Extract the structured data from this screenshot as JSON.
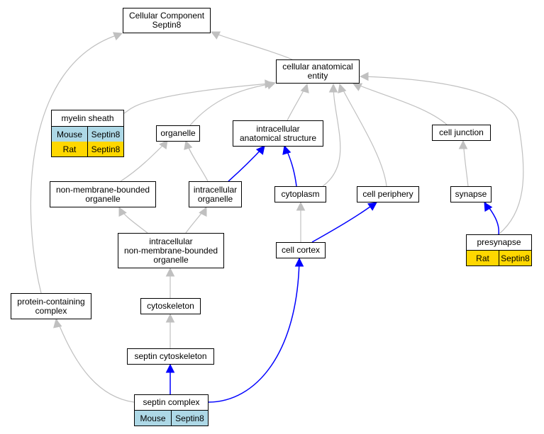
{
  "colors": {
    "edge_default": "#c0c0c0",
    "edge_highlight": "#0000ff",
    "mouse": "#add8e6",
    "rat": "#ffd700",
    "node_border": "#000000",
    "node_fill": "#ffffff"
  },
  "nodes": [
    {
      "id": "cc_root",
      "lines": [
        "Cellular Component",
        "Septin8"
      ]
    },
    {
      "id": "cae",
      "lines": [
        "cellular anatomical",
        "entity"
      ]
    },
    {
      "id": "myelin",
      "lines": [
        "myelin sheath"
      ],
      "tags": [
        {
          "species": "Mouse",
          "gene": "Septin8"
        },
        {
          "species": "Rat",
          "gene": "Septin8"
        }
      ]
    },
    {
      "id": "organelle",
      "lines": [
        "organelle"
      ]
    },
    {
      "id": "ias",
      "lines": [
        "intracellular",
        "anatomical structure"
      ]
    },
    {
      "id": "cell_junction",
      "lines": [
        "cell junction"
      ]
    },
    {
      "id": "nmbo",
      "lines": [
        "non-membrane-bounded",
        "organelle"
      ]
    },
    {
      "id": "io",
      "lines": [
        "intracellular",
        "organelle"
      ]
    },
    {
      "id": "cytoplasm",
      "lines": [
        "cytoplasm"
      ]
    },
    {
      "id": "cell_periphery",
      "lines": [
        "cell periphery"
      ]
    },
    {
      "id": "synapse",
      "lines": [
        "synapse"
      ]
    },
    {
      "id": "inmbo",
      "lines": [
        "intracellular",
        "non-membrane-bounded",
        "organelle"
      ]
    },
    {
      "id": "cell_cortex",
      "lines": [
        "cell cortex"
      ]
    },
    {
      "id": "presynapse",
      "lines": [
        "presynapse"
      ],
      "tags": [
        {
          "species": "Rat",
          "gene": "Septin8"
        }
      ]
    },
    {
      "id": "pcc",
      "lines": [
        "protein-containing",
        "complex"
      ]
    },
    {
      "id": "cytoskeleton",
      "lines": [
        "cytoskeleton"
      ]
    },
    {
      "id": "septin_cytoskeleton",
      "lines": [
        "septin cytoskeleton"
      ]
    },
    {
      "id": "septin_complex",
      "lines": [
        "septin complex"
      ],
      "tags": [
        {
          "species": "Mouse",
          "gene": "Septin8"
        }
      ]
    }
  ],
  "edges": [
    {
      "from": "cae",
      "to": "cc_root",
      "highlight": false
    },
    {
      "from": "pcc",
      "to": "cc_root",
      "highlight": false
    },
    {
      "from": "myelin",
      "to": "cae",
      "highlight": false
    },
    {
      "from": "organelle",
      "to": "cae",
      "highlight": false
    },
    {
      "from": "ias",
      "to": "cae",
      "highlight": false
    },
    {
      "from": "cell_junction",
      "to": "cae",
      "highlight": false
    },
    {
      "from": "cytoplasm",
      "to": "cae",
      "highlight": false
    },
    {
      "from": "cell_periphery",
      "to": "cae",
      "highlight": false
    },
    {
      "from": "presynapse",
      "to": "cae",
      "highlight": false
    },
    {
      "from": "nmbo",
      "to": "organelle",
      "highlight": false
    },
    {
      "from": "io",
      "to": "organelle",
      "highlight": false
    },
    {
      "from": "io",
      "to": "ias",
      "highlight": true
    },
    {
      "from": "cytoplasm",
      "to": "ias",
      "highlight": true
    },
    {
      "from": "synapse",
      "to": "cell_junction",
      "highlight": false
    },
    {
      "from": "presynapse",
      "to": "synapse",
      "highlight": true
    },
    {
      "from": "inmbo",
      "to": "nmbo",
      "highlight": false
    },
    {
      "from": "inmbo",
      "to": "io",
      "highlight": false
    },
    {
      "from": "cell_cortex",
      "to": "cytoplasm",
      "highlight": false
    },
    {
      "from": "cell_cortex",
      "to": "cell_periphery",
      "highlight": true
    },
    {
      "from": "cytoskeleton",
      "to": "inmbo",
      "highlight": false
    },
    {
      "from": "septin_cytoskeleton",
      "to": "cytoskeleton",
      "highlight": false
    },
    {
      "from": "septin_complex",
      "to": "septin_cytoskeleton",
      "highlight": true
    },
    {
      "from": "septin_complex",
      "to": "pcc",
      "highlight": false
    },
    {
      "from": "septin_complex",
      "to": "cell_cortex",
      "highlight": true
    }
  ]
}
